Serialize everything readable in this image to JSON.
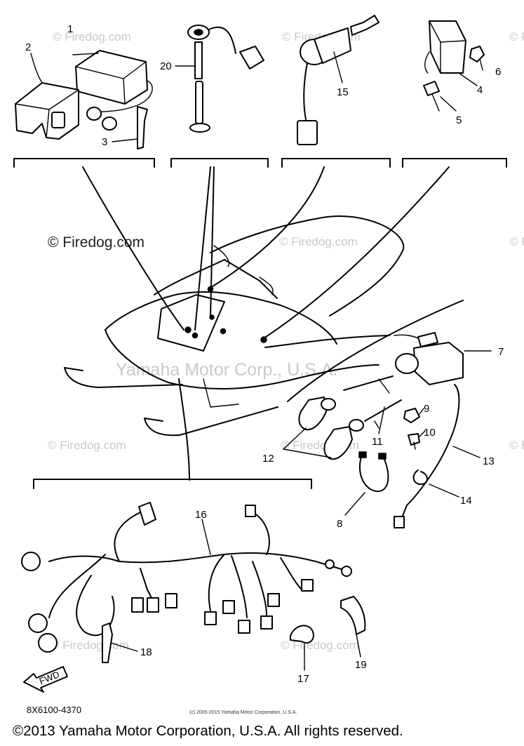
{
  "watermarks": {
    "main": "© Firedog.com",
    "repeat": "© Firedog.com",
    "center": "Yamaha Motor Corp., U.S.A."
  },
  "callouts": [
    "1",
    "2",
    "3",
    "4",
    "5",
    "6",
    "7",
    "8",
    "9",
    "10",
    "11",
    "12",
    "13",
    "14",
    "15",
    "16",
    "17",
    "18",
    "19",
    "20"
  ],
  "diagram_code": "8X6100-4370",
  "fwd_label": "FWD",
  "fine_print": "(c) 2005-2015 Yamaha Motor Corporation, U.S.A.",
  "copyright": "©2013 Yamaha Motor Corporation, U.S.A. All rights reserved."
}
